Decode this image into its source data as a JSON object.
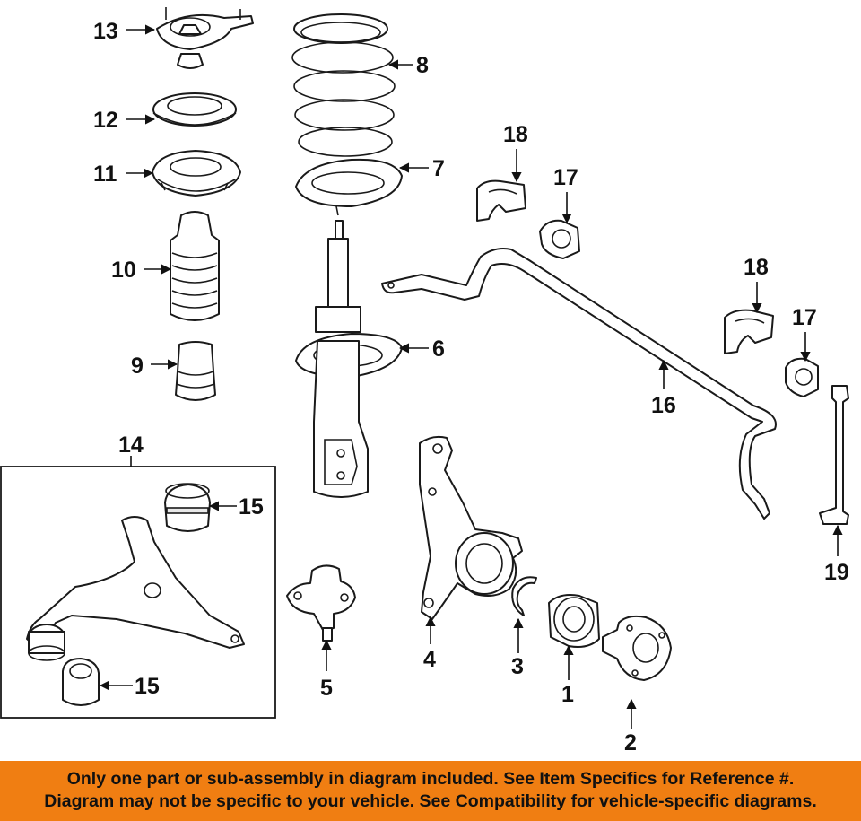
{
  "colors": {
    "banner_background": "#f07e12",
    "line": "#1a1a1a"
  },
  "callouts": {
    "c1": "1",
    "c2": "2",
    "c3": "3",
    "c4": "4",
    "c5": "5",
    "c6": "6",
    "c7": "7",
    "c8": "8",
    "c9": "9",
    "c10": "10",
    "c11": "11",
    "c12": "12",
    "c13": "13",
    "c14": "14",
    "c15a": "15",
    "c15b": "15",
    "c16": "16",
    "c17a": "17",
    "c17b": "17",
    "c18a": "18",
    "c18b": "18",
    "c19": "19"
  },
  "banner": {
    "line1": "Only one part or sub-assembly in diagram included. See Item Specifics for Reference #.",
    "line2": "Diagram may not be specific to your vehicle. See Compatibility for vehicle-specific diagrams."
  }
}
